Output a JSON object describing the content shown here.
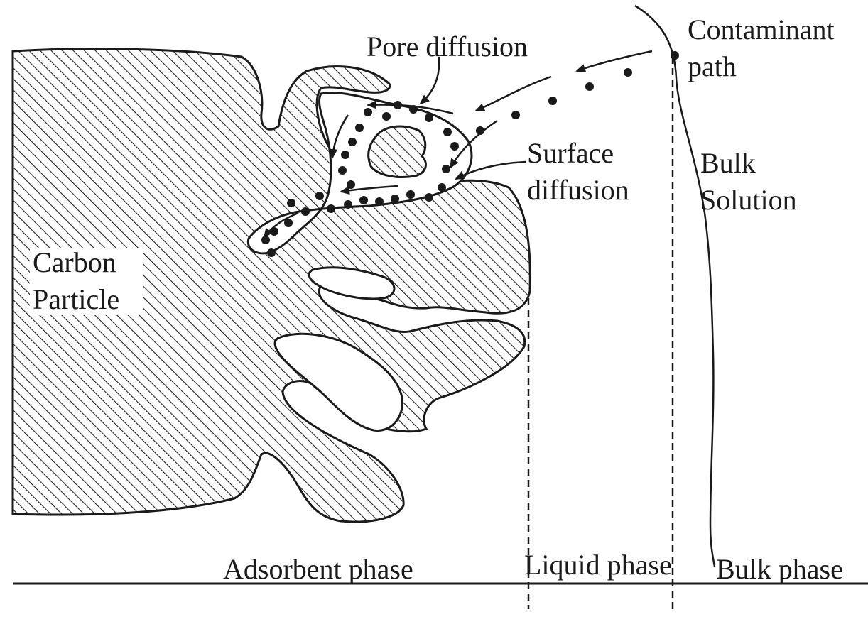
{
  "labels": {
    "pore_diffusion": "Pore diffusion",
    "contaminant_path_line1": "Contaminant",
    "contaminant_path_line2": "path",
    "surface_diffusion_line1": "Surface",
    "surface_diffusion_line2": "diffusion",
    "bulk_solution_line1": "Bulk",
    "bulk_solution_line2": "Solution",
    "carbon_particle_line1": "Carbon",
    "carbon_particle_line2": "Particle",
    "adsorbent_phase": "Adsorbent phase",
    "liquid_phase": "Liquid phase",
    "bulk_phase": "Bulk phase"
  },
  "colors": {
    "ink": "#1a1a1a",
    "background": "#ffffff"
  }
}
